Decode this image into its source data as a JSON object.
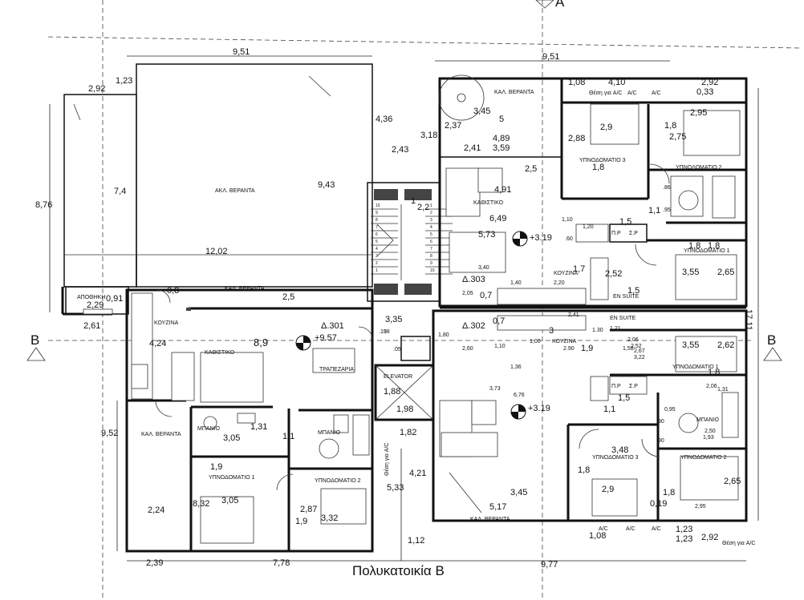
{
  "drawing": {
    "title": "Πολυκατοικία Β",
    "section_markers": {
      "left": "B",
      "right": "B",
      "top": "A"
    }
  },
  "rooms": {
    "terrace_left": "ΑΚΛ. ΒΕΡΑΝΤΑ",
    "verandah_left_mid": "ΚΑΛ. ΒΕΡΑΝΤΑ",
    "storage_left": "ΑΠΟΘΗΚΗ",
    "kitchen_301": "ΚΟΥΖΙΝΑ",
    "living_301": "ΚΑΘΙΣΤΙΚΟ",
    "dining_301": "ΤΡΑΠΕΖΑΡΙΑ",
    "verandah_301": "ΚΑΛ. ΒΕΡΑΝΤΑ",
    "bath_301a": "ΜΠΑΝΙΟ",
    "bath_301b": "ΜΠΑΝΙΟ",
    "bed1_301": "ΥΠΝΟΔΟΜΑΤΙΟ 1",
    "bed2_301": "ΥΠΝΟΔΟΜΑΤΙΟ 2",
    "elevator": "ELEVATOR",
    "verandah_top_right": "ΚΑΛ. ΒΕΡΑΝΤΑ",
    "bed3_303": "ΥΠΝΟΔΟΜΑΤΙΟ 3",
    "bed2_303": "ΥΠΝΟΔΟΜΑΤΙΟ 2",
    "living_303": "ΚΑΘΙΣΤΙΚΟ",
    "bed1_303": "ΥΠΝΟΔΟΜΑΤΙΟ 1",
    "kitchen_303": "ΚΟΥΖΙΝΑ",
    "ensuite_303": "EN SUITE",
    "ensuite_302": "EN SUITE",
    "kitchen_302": "ΚΟΥΖΙΝΑ",
    "bed1_302": "ΥΠΝΟΔΟΜΑΤΙΟ 1",
    "bath_302": "ΜΠΑΝΙΟ",
    "bed3_302": "ΥΠΝΟΔΟΜΑΤΙΟ 3",
    "bed2_302": "ΥΠΝΟΔΟΜΑΤΙΟ 2",
    "verandah_bottom_right": "ΚΑΛ. ΒΕΡΑΝΤΑ"
  },
  "units": {
    "u301": "Δ.301",
    "u302": "Δ.302",
    "u303": "Δ.303"
  },
  "levels": {
    "l301": "+9.57",
    "l303": "+3.19",
    "l302": "+3.19"
  },
  "labels": {
    "pr_top": "Π.Ρ",
    "sr_top": "Σ.Ρ",
    "pr_bot": "Π.Ρ",
    "sr_bot": "Σ.Ρ",
    "ac_a": "A/C",
    "ac_b": "A/C",
    "ac_c": "A/C",
    "ac_d": "A/C",
    "ac_e": "A/C",
    "ac_pos_top": "Θέση για A/C",
    "ac_pos_bot": "Θέση για A/C",
    "ac_pos_mid": "Θέση για A/C"
  },
  "dimensions": [
    "9,51",
    "9,51",
    "2,92",
    "1,23",
    "8,76",
    "7,4",
    "12,02",
    "4,36",
    "9,43",
    "2,43",
    "0,8",
    "2,29",
    "0,91",
    "2,61",
    "2,5",
    "4,24",
    "8,9",
    "9,52",
    "3,05",
    "1,31",
    "1,1",
    "1,9",
    "3,05",
    "2,24",
    "8,32",
    "2,87",
    "1,9",
    "3,32",
    "5,33",
    "1,82",
    "1,88",
    "1,98",
    "4,21",
    "1,12",
    "2,39",
    "7,78",
    "9,77",
    "1,23",
    "3,18",
    "2,37",
    "3,45",
    "5",
    "2,41",
    "4,89",
    "3,59",
    "2,5",
    "4,91",
    "6,49",
    "5,73",
    "3,40",
    "2,05",
    "0,7",
    "1,40",
    "2,20",
    "3,35",
    "0,7",
    "2,60",
    "1,10",
    "1,00",
    "1,36",
    "3,73",
    "6,76",
    "3",
    "2,41",
    "3,45",
    "5,17",
    "1,08",
    "4,10",
    "2,92",
    "0,33",
    "2,9",
    "1,8",
    "2,88",
    "2,95",
    "1,8",
    "2,75",
    "1,8",
    "1,1",
    "1,5",
    "1,8",
    "1,7",
    "2,52",
    "3,55",
    "2,65",
    "1,5",
    "17,11",
    "3,55",
    "2,62",
    "1,9",
    "1,8",
    "1,5",
    "1,1",
    "3,48",
    "1,8",
    "2,9",
    "2,65",
    "1,8",
    "0,19",
    "1,08",
    "2,92",
    "1,23",
    ".86",
    ".95",
    "1,20",
    "1,10",
    ".60",
    "1.30",
    "1,21",
    "2,06",
    "2,52",
    "2,67",
    "3,22",
    "1,58",
    "2.90",
    "0,95",
    "2,06",
    "1,31",
    ".90",
    ".90",
    "2,50",
    "1,93",
    "2,95",
    ".98",
    ".19",
    ".05",
    "1,80",
    "1",
    "2,2"
  ],
  "stairs": {
    "left": [
      "10",
      "9",
      "8",
      "7",
      "6",
      "5",
      "4",
      "3",
      "2",
      "1"
    ],
    "right": [
      "1",
      "2",
      "3",
      "4",
      "5",
      "6",
      "7",
      "8",
      "9",
      "10"
    ]
  }
}
